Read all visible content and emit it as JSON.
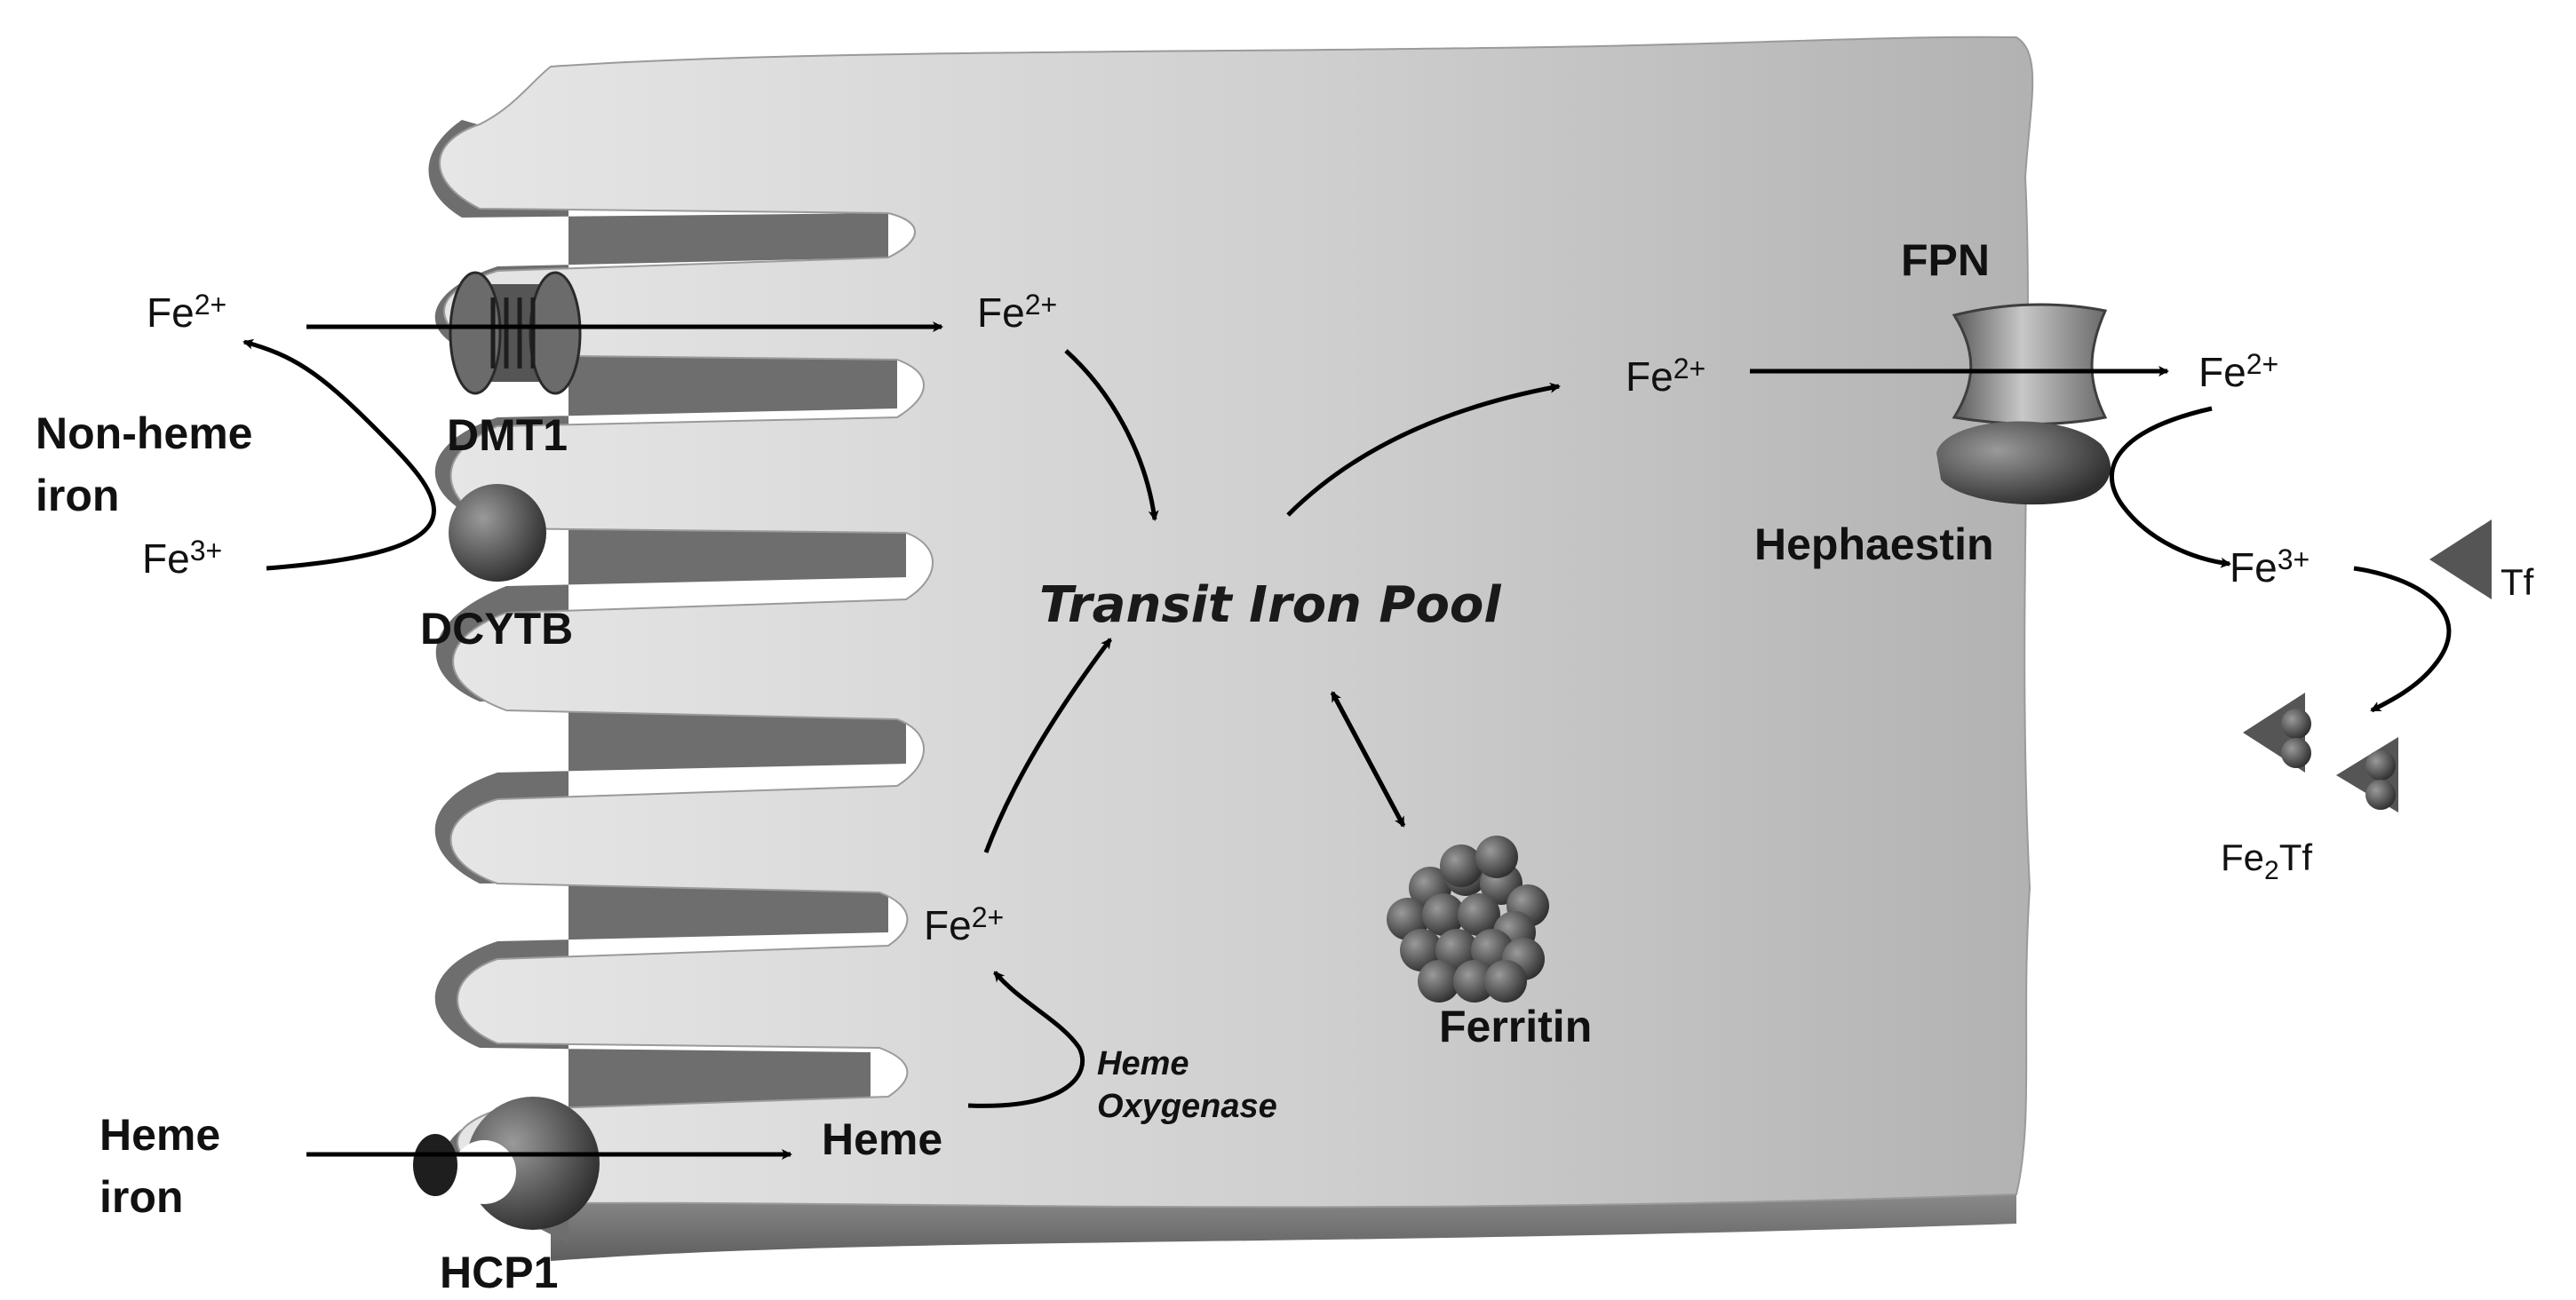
{
  "labels": {
    "fe2_left": {
      "base": "Fe",
      "sup": "2+"
    },
    "fe3_left": {
      "base": "Fe",
      "sup": "3+"
    },
    "non_heme_line1": "Non-heme",
    "non_heme_line2": "iron",
    "dmt1": "DMT1",
    "dcytb": "DCYTB",
    "fe2_inside_top": {
      "base": "Fe",
      "sup": "2+"
    },
    "transit_iron_pool": "Transit Iron Pool",
    "fe2_to_fpn": {
      "base": "Fe",
      "sup": "2+"
    },
    "fpn": "FPN",
    "hephaestin": "Hephaestin",
    "fe2_outside": {
      "base": "Fe",
      "sup": "2+"
    },
    "fe3_outside": {
      "base": "Fe",
      "sup": "3+"
    },
    "tf": "Tf",
    "fe2tf": {
      "base": "Fe",
      "sub": "2",
      "rest": "Tf"
    },
    "ferritin": "Ferritin",
    "fe2_from_heme": {
      "base": "Fe",
      "sup": "2+"
    },
    "heme": "Heme",
    "heme_oxygenase_line1": "Heme",
    "heme_oxygenase_line2": "Oxygenase",
    "heme_iron_line1": "Heme",
    "heme_iron_line2": "iron",
    "hcp1": "HCP1"
  },
  "colors": {
    "cell_light": "#e2e2e2",
    "cell_dark": "#b4b4b4",
    "protein_dark": "#4a4a4a",
    "arrow": "#000000"
  }
}
